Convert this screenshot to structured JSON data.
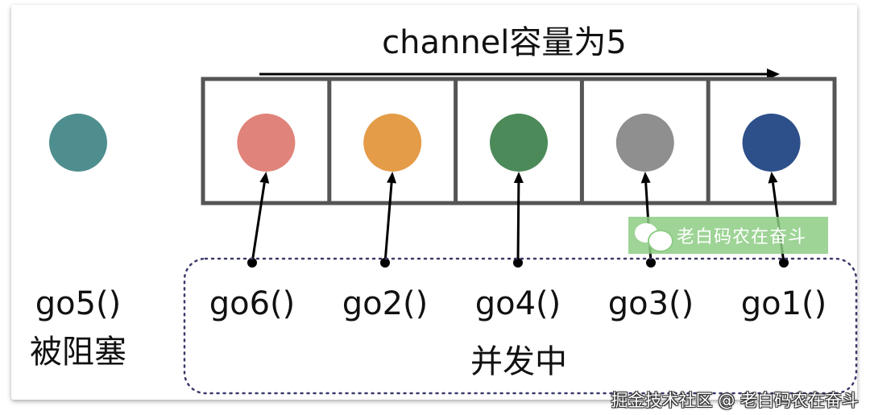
{
  "title": "channel容量为5",
  "blocked": {
    "label": "go5()",
    "status": "被阻塞",
    "color": "#4e8e8e"
  },
  "slots": [
    {
      "label": "go6()",
      "color": "#e0837a"
    },
    {
      "label": "go2()",
      "color": "#e59c48"
    },
    {
      "label": "go4()",
      "color": "#4c8a59"
    },
    {
      "label": "go3()",
      "color": "#8f8f8f"
    },
    {
      "label": "go1()",
      "color": "#2d4f8a"
    }
  ],
  "concurrent_label": "并发中",
  "watermark": {
    "text": "老白码农在奋斗",
    "icon": "wechat-icon"
  },
  "footer": "掘金技术社区 @ 老白码农在奋斗"
}
